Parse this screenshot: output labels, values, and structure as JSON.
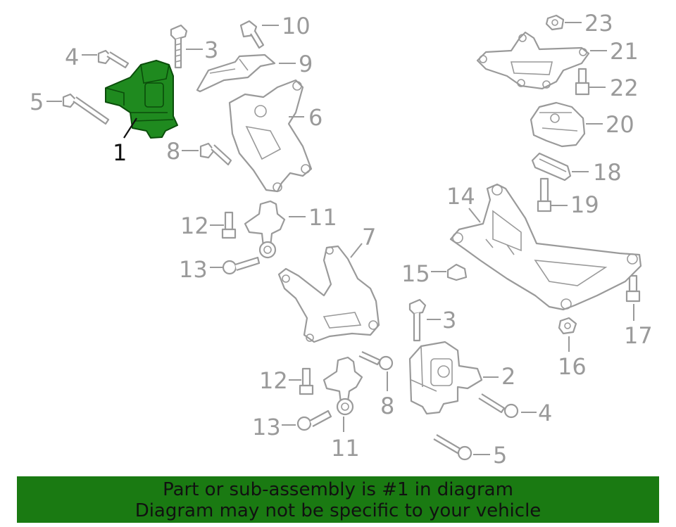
{
  "diagram": {
    "callouts": [
      {
        "id": "c1",
        "label": "1",
        "highlighted": true
      },
      {
        "id": "c2",
        "label": "2"
      },
      {
        "id": "c3a",
        "label": "3"
      },
      {
        "id": "c3b",
        "label": "3"
      },
      {
        "id": "c4a",
        "label": "4"
      },
      {
        "id": "c4b",
        "label": "4"
      },
      {
        "id": "c5a",
        "label": "5"
      },
      {
        "id": "c5b",
        "label": "5"
      },
      {
        "id": "c6",
        "label": "6"
      },
      {
        "id": "c7",
        "label": "7"
      },
      {
        "id": "c8a",
        "label": "8"
      },
      {
        "id": "c8b",
        "label": "8"
      },
      {
        "id": "c9",
        "label": "9"
      },
      {
        "id": "c10",
        "label": "10"
      },
      {
        "id": "c11a",
        "label": "11"
      },
      {
        "id": "c11b",
        "label": "11"
      },
      {
        "id": "c12a",
        "label": "12"
      },
      {
        "id": "c12b",
        "label": "12"
      },
      {
        "id": "c13a",
        "label": "13"
      },
      {
        "id": "c13b",
        "label": "13"
      },
      {
        "id": "c14",
        "label": "14"
      },
      {
        "id": "c15",
        "label": "15"
      },
      {
        "id": "c16",
        "label": "16"
      },
      {
        "id": "c17",
        "label": "17"
      },
      {
        "id": "c18",
        "label": "18"
      },
      {
        "id": "c19",
        "label": "19"
      },
      {
        "id": "c20",
        "label": "20"
      },
      {
        "id": "c21",
        "label": "21"
      },
      {
        "id": "c22",
        "label": "22"
      },
      {
        "id": "c23",
        "label": "23"
      }
    ],
    "highlight_color": "#1f8a1f",
    "line_color": "#9a9a9a"
  },
  "banner": {
    "line1": "Part or sub-assembly is #1 in diagram",
    "line2": "Diagram may not be specific to your vehicle",
    "background": "#1a7a12"
  }
}
